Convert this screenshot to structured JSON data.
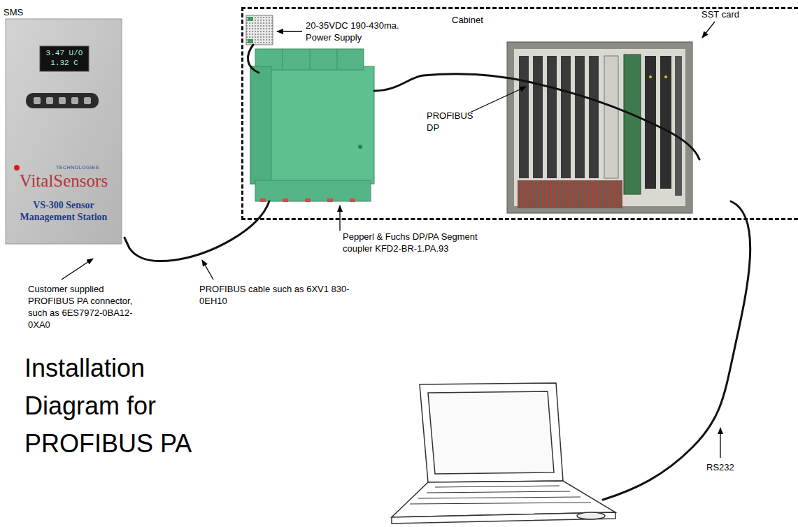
{
  "diagram": {
    "title": "Installation Diagram for PROFIBUS PA",
    "nodes": [
      {
        "text": [
          "SMS",
          "3.47 U/O",
          "1.32 C",
          "TECHNOLOGIES",
          "VitalSensors",
          "VS-300 Sensor Management Station"
        ]
      },
      {
        "text": [
          "Cabinet"
        ]
      }
    ],
    "labels": [
      "20-35VDC 190-430ma. Power Supply",
      "SST card",
      "PROFIBUS DP",
      "Pepperl & Fuchs DP/PA Segment coupler KFD2-BR-1.PA.93",
      "Customer supplied PROFIBUS PA connector, such as 6ES7972-0BA12-0XA0",
      "PROFIBUS cable such as 6XV1 830-0EH10",
      "RS232"
    ]
  }
}
